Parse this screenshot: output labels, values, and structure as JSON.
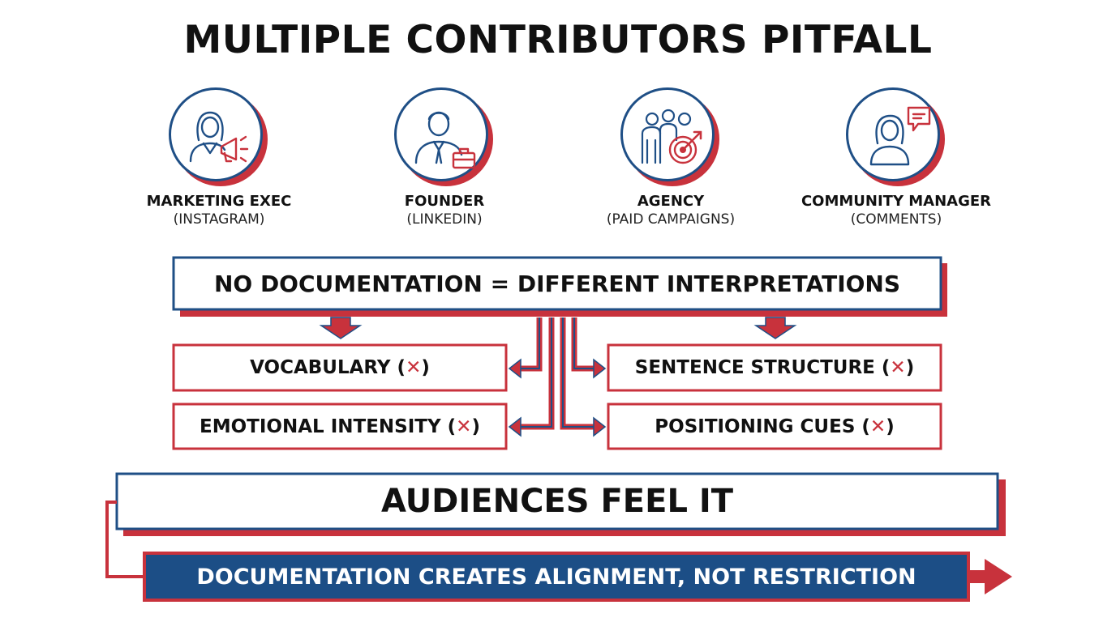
{
  "title": "MULTIPLE CONTRIBUTORS PITFALL",
  "roles": [
    {
      "name": "MARKETING EXEC",
      "channel": "(INSTAGRAM)",
      "icon": "woman-megaphone-icon"
    },
    {
      "name": "FOUNDER",
      "channel": "(LINKEDIN)",
      "icon": "businessman-briefcase-icon"
    },
    {
      "name": "AGENCY",
      "channel": "(PAID CAMPAIGNS)",
      "icon": "team-target-icon"
    },
    {
      "name": "COMMUNITY MANAGER",
      "channel": "(COMMENTS)",
      "icon": "woman-speech-bubble-icon"
    }
  ],
  "main_box": "NO DOCUMENTATION = DIFFERENT INTERPRETATIONS",
  "inconsistencies": [
    {
      "label": "VOCABULARY",
      "mark": "(",
      "x": "✕",
      "end": ")"
    },
    {
      "label": "SENTENCE STRUCTURE",
      "mark": "(",
      "x": "✕",
      "end": ")"
    },
    {
      "label": "EMOTIONAL INTENSITY",
      "mark": "(",
      "x": "✕",
      "end": ")"
    },
    {
      "label": "POSITIONING CUES",
      "mark": "(",
      "x": "✕",
      "end": ")"
    }
  ],
  "audience_box": "AUDIENCES FEEL IT",
  "banner": "DOCUMENTATION CREATES ALIGNMENT, NOT RESTRICTION",
  "colors": {
    "navy": "#1f4f86",
    "red": "#c8323c",
    "banner_bg": "#1c4e86",
    "text": "#111111"
  }
}
